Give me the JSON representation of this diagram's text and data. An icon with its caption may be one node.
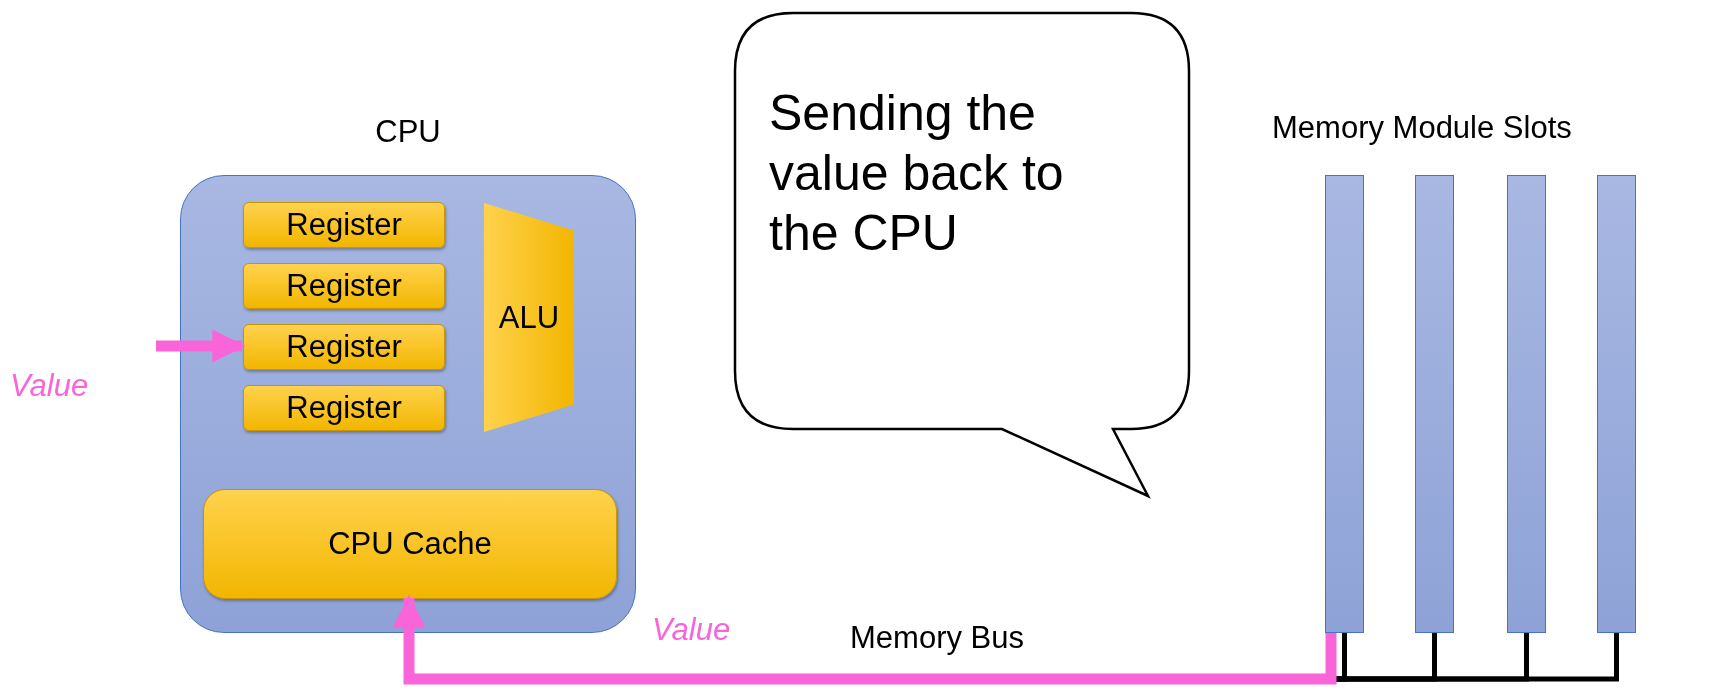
{
  "diagram": {
    "nodes": [
      {
        "text": [
          "CPU"
        ]
      },
      {
        "text": [
          "Register"
        ],
        "in": 0
      },
      {
        "text": [
          "Register"
        ],
        "in": 0
      },
      {
        "text": [
          "Register"
        ],
        "in": 0
      },
      {
        "text": [
          "Register"
        ],
        "in": 0
      },
      {
        "text": [
          "ALU"
        ],
        "in": 0
      },
      {
        "text": [
          "CPU Cache"
        ],
        "in": 0
      },
      {
        "text": [
          "Sending the value back to the CPU"
        ]
      },
      {
        "text": [],
        "shape": "bar"
      },
      {
        "text": [],
        "shape": "bar"
      },
      {
        "text": [],
        "shape": "bar"
      },
      {
        "text": [],
        "shape": "bar"
      }
    ],
    "edges": [
      {
        "from": 8,
        "to": 6,
        "arrow": "none"
      },
      {
        "from": 9,
        "to": 6,
        "arrow": "none"
      },
      {
        "from": 10,
        "to": 6,
        "arrow": "none"
      },
      {
        "from": 11,
        "to": 6,
        "arrow": "none"
      },
      {
        "from": 8,
        "to": 6,
        "arrow": "to",
        "style": "thick",
        "color": "#f964d9",
        "label": "Value"
      },
      {
        "from": null,
        "to": 3,
        "arrow": "to",
        "style": "thick",
        "color": "#f964d9"
      }
    ],
    "labels": [
      "Memory Module Slots",
      "Value",
      "Memory Bus"
    ]
  }
}
